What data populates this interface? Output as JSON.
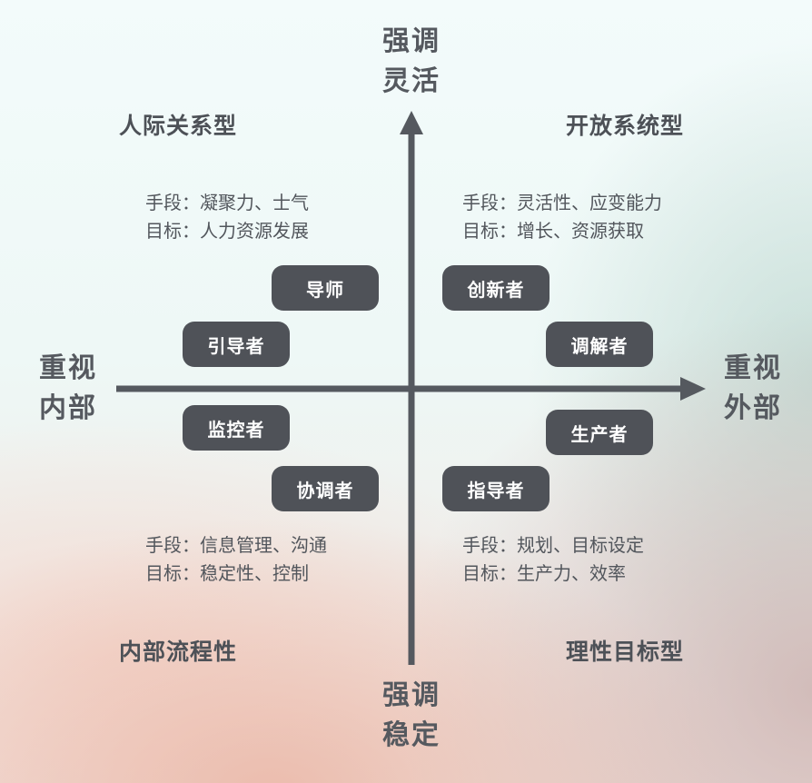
{
  "axes": {
    "top": "强调\n灵活",
    "bottom": "强调\n稳定",
    "left": "重视\n内部",
    "right": "重视\n外部"
  },
  "quadrants": {
    "top_left": {
      "title": "人际关系型",
      "means": "手段：凝聚力、士气",
      "goal": "目标：人力资源发展"
    },
    "top_right": {
      "title": "开放系统型",
      "means": "手段：灵活性、应变能力",
      "goal": "目标：增长、资源获取"
    },
    "bottom_left": {
      "title": "内部流程性",
      "means": "手段：信息管理、沟通",
      "goal": "目标：稳定性、控制"
    },
    "bottom_right": {
      "title": "理性目标型",
      "means": "手段：规划、目标设定",
      "goal": "目标：生产力、效率"
    }
  },
  "roles": {
    "mentor": "导师",
    "facilitator": "引导者",
    "innovator": "创新者",
    "broker": "调解者",
    "monitor": "监控者",
    "coordinator": "协调者",
    "producer": "生产者",
    "director": "指导者"
  },
  "colors": {
    "axis": "#55595f",
    "pill_bg": "#4f5258",
    "pill_text": "#ffffff"
  }
}
